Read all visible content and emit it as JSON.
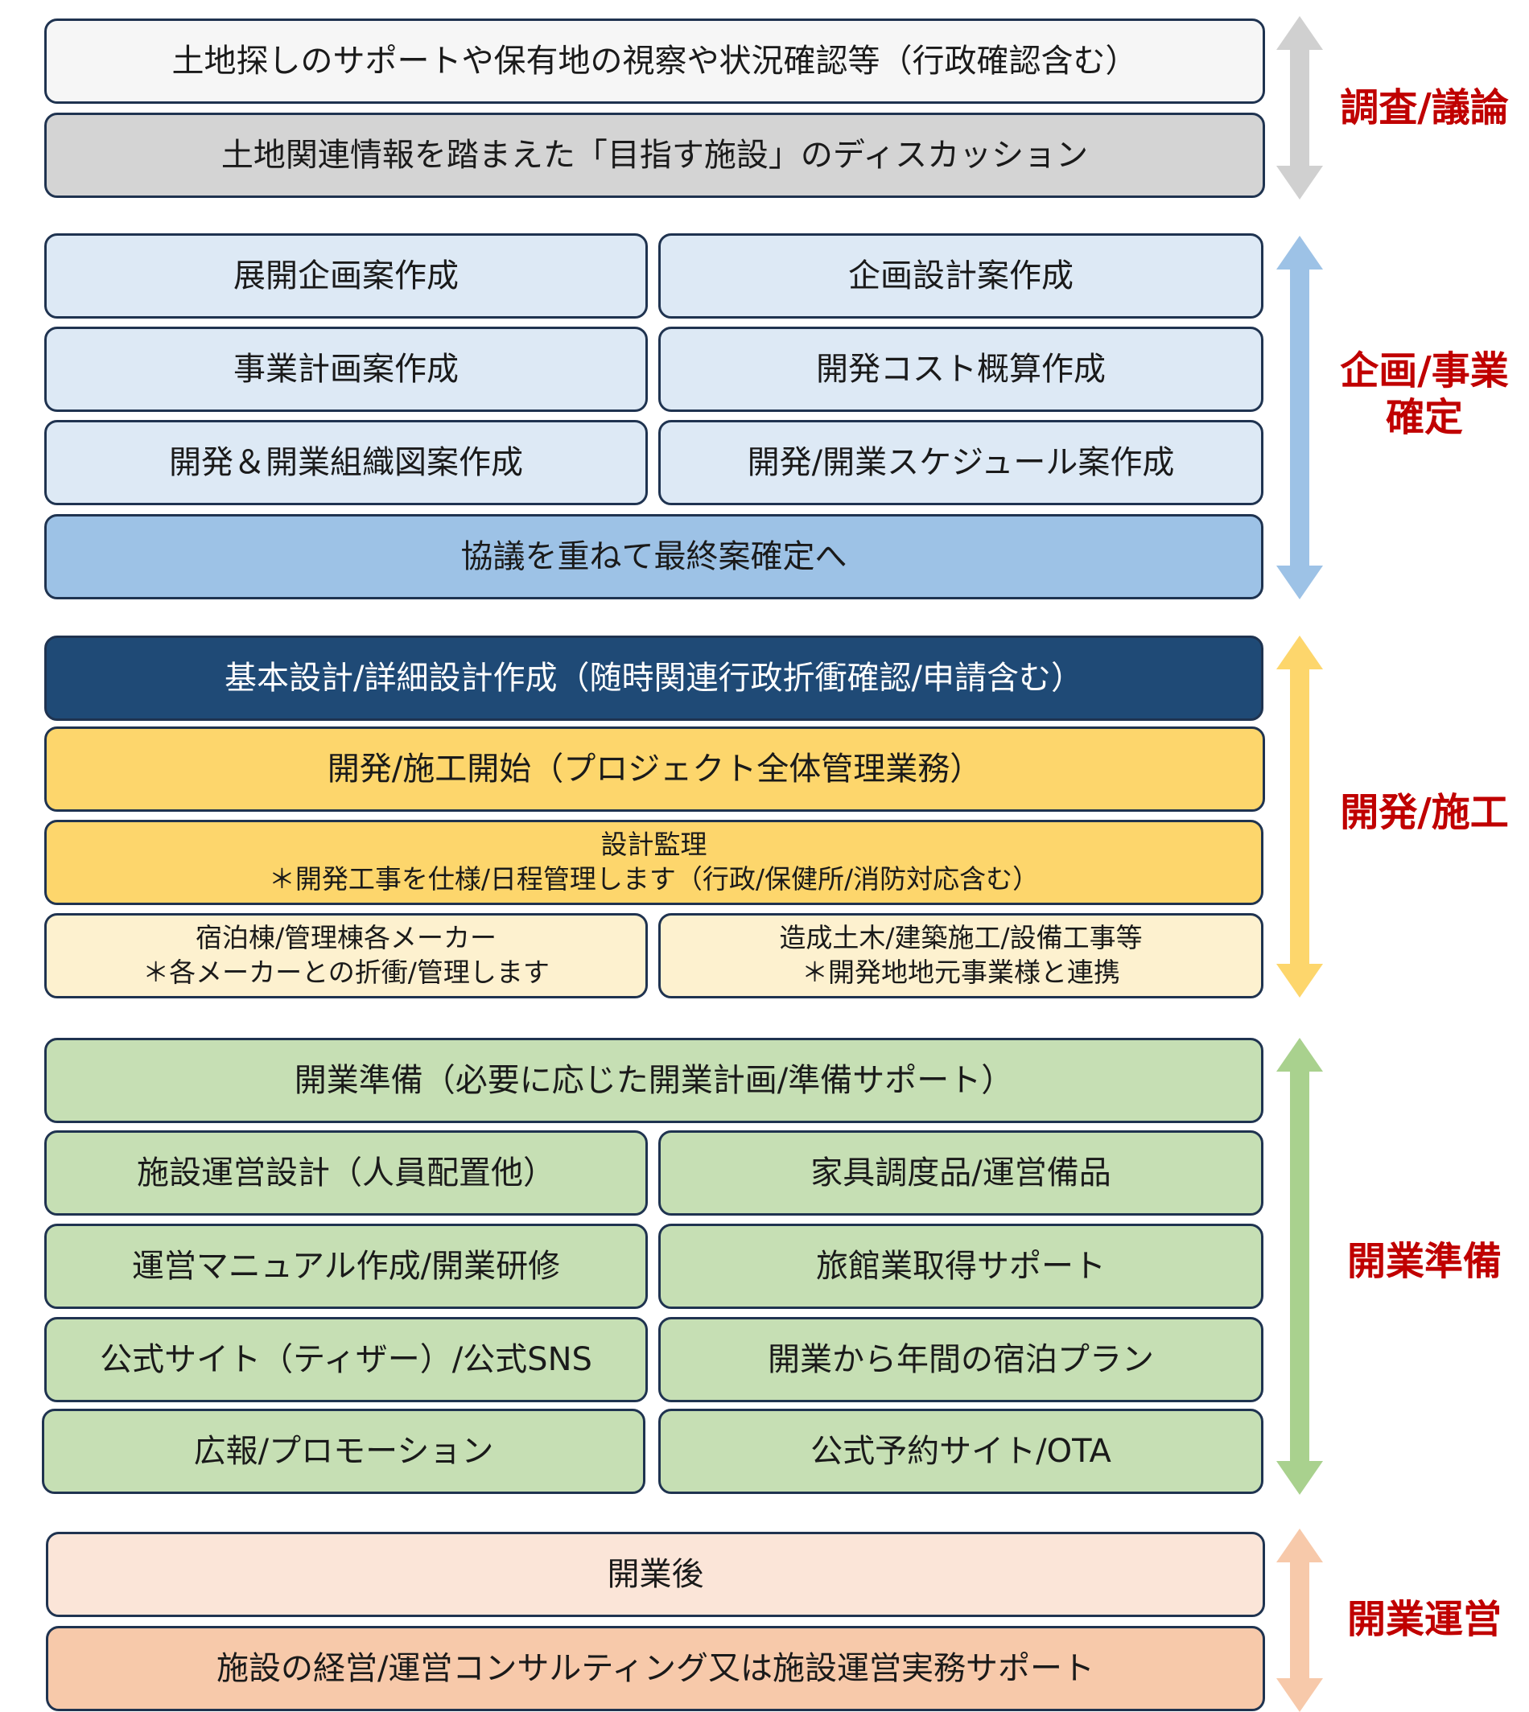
{
  "colors": {
    "survey": "#d0d0d0",
    "planning": "#9dc2e6",
    "development": "#fdd66c",
    "preparation": "#a9d18e",
    "operation": "#f7c9aa",
    "label": "#c00000",
    "border": "#1f3350"
  },
  "stages": {
    "survey": {
      "label": "調査/議論"
    },
    "planning": {
      "label_lines": [
        "企画/事業",
        "確定"
      ]
    },
    "development": {
      "label": "開発/施工"
    },
    "preparation": {
      "label": "開業準備"
    },
    "operation": {
      "label": "開業運営"
    }
  },
  "boxes": {
    "land_search": "土地探しのサポートや保有地の視察や状況確認等（行政確認含む）",
    "facility_discussion": "土地関連情報を踏まえた「目指す施設」のディスカッション",
    "expansion_plan": "展開企画案作成",
    "design_plan": "企画設計案作成",
    "business_plan": "事業計画案作成",
    "cost_estimate": "開発コスト概算作成",
    "org_chart": "開発＆開業組織図案作成",
    "schedule": "開発/開業スケジュール案作成",
    "final_plan": "協議を重ねて最終案確定へ",
    "basic_design": "基本設計/詳細設計作成（随時関連行政折衝確認/申請含む）",
    "construction_start": "開発/施工開始（プロジェクト全体管理業務）",
    "supervision": [
      "設計監理",
      "＊開発工事を仕様/日程管理します（行政/保健所/消防対応含む）"
    ],
    "lodging_makers": [
      "宿泊棟/管理棟各メーカー",
      "＊各メーカーとの折衝/管理します"
    ],
    "civil_works": [
      "造成土木/建築施工/設備工事等",
      "＊開発地地元事業様と連携"
    ],
    "opening_prep": "開業準備（必要に応じた開業計画/準備サポート）",
    "operation_design": "施設運営設計（人員配置他）",
    "furniture": "家具調度品/運営備品",
    "manual": "運営マニュアル作成/開業研修",
    "ryokan_license": "旅館業取得サポート",
    "official_site": "公式サイト（ティザー）/公式SNS",
    "annual_plan": "開業から年間の宿泊プラン",
    "pr": "広報/プロモーション",
    "booking_site": "公式予約サイト/OTA",
    "after_opening": "開業後",
    "consulting": "施設の経営/運営コンサルティング又は施設運営実務サポート"
  }
}
